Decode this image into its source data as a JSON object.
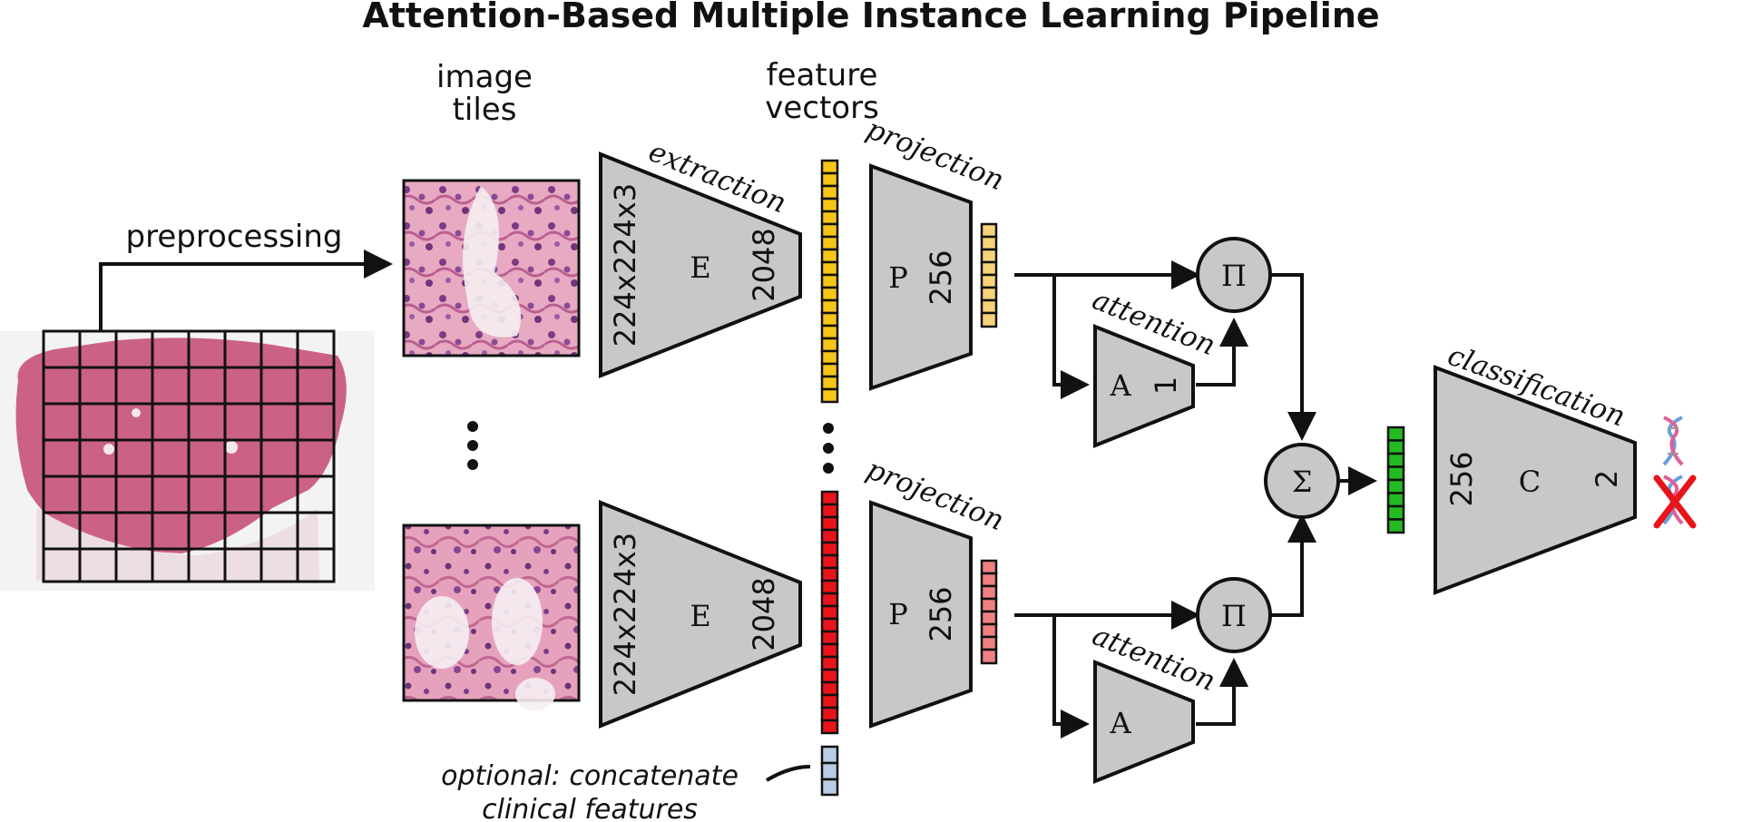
{
  "title": "Attention-Based Multiple Instance Learning Pipeline",
  "labels": {
    "preprocessing": "preprocessing",
    "image_tiles_1": "image",
    "image_tiles_2": "tiles",
    "feature_vectors_1": "feature",
    "feature_vectors_2": "vectors",
    "extraction": "extraction",
    "projection": "projection",
    "attention": "attention",
    "classification": "classification",
    "optional_1": "optional: concatenate",
    "optional_2": "clinical features"
  },
  "blocks": {
    "extractor": {
      "symbol": "E",
      "input_dim": "224x224x3",
      "output_dim": "2048"
    },
    "projector": {
      "symbol": "P",
      "output_dim": "256"
    },
    "attention": {
      "symbol": "A",
      "output_dim": "1"
    },
    "classifier": {
      "symbol": "C",
      "input_dim": "256",
      "output_dim": "2"
    },
    "multiply": {
      "symbol": "Π"
    },
    "sum": {
      "symbol": "Σ"
    }
  },
  "colors": {
    "feature_top": "#f5c518",
    "projection_top": "#f7d27a",
    "feature_bottom": "#e8141a",
    "projection_bottom": "#f08080",
    "clinical": "#b8cde3",
    "aggregated": "#22bb22",
    "block_fill": "#c8c8c8",
    "tissue": "#c9557e",
    "dna_red": "#e8141a"
  },
  "icons": [
    "dna-icon",
    "dna-crossed-icon"
  ]
}
